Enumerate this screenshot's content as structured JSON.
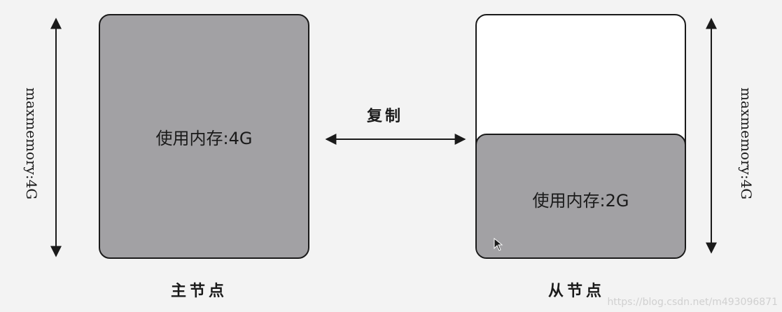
{
  "master": {
    "usage_label": "使用内存:4G",
    "caption": "主节点",
    "maxmemory_label": "maxmemory:4G",
    "usage_fraction": 1.0
  },
  "slave": {
    "usage_label": "使用内存:2G",
    "caption": "从节点",
    "maxmemory_label": "maxmemory:4G",
    "usage_fraction": 0.5
  },
  "replication": {
    "label": "复制"
  },
  "watermark": "https://blog.csdn.net/m493096871",
  "colors": {
    "used_memory": "#a2a1a4",
    "free_memory": "#ffffff",
    "stroke": "#1a1a1a"
  }
}
